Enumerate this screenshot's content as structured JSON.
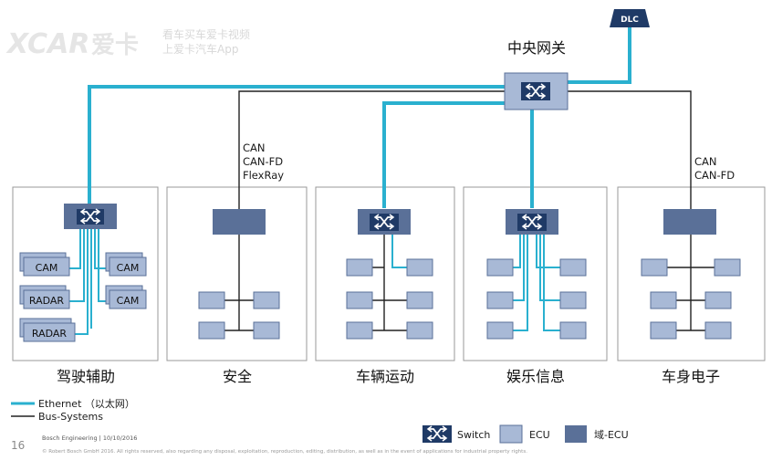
{
  "watermark": {
    "logo_text": "XCAR 爱卡",
    "line1": "看车买车爱卡视频",
    "line2": "上爱卡汽车App"
  },
  "gateway": {
    "label": "中央网关"
  },
  "dlc": {
    "label": "DLC"
  },
  "bus_labels": {
    "safety": [
      "CAN",
      "CAN-FD",
      "FlexRay"
    ],
    "body": [
      "CAN",
      "CAN-FD"
    ]
  },
  "domains": [
    {
      "name": "驾驶辅助"
    },
    {
      "name": "安全"
    },
    {
      "name": "车辆运动"
    },
    {
      "name": "娱乐信息"
    },
    {
      "name": "车身电子"
    }
  ],
  "adas_devices": {
    "left": [
      "CAM",
      "RADAR",
      "RADAR"
    ],
    "right": [
      "CAM",
      "CAM"
    ]
  },
  "legend": {
    "ethernet": "Ethernet （以太网）",
    "bus": "Bus-Systems",
    "switch": "Switch",
    "ecu": "ECU",
    "domain_ecu": "域-ECU"
  },
  "footer": {
    "page": "16",
    "company": "Bosch Engineering | 10/10/2016",
    "copyright": "© Robert Bosch GmbH 2016. All rights reserved, also regarding any disposal, exploitation, reproduction, editing, distribution, as well as in the event of applications for industrial property rights."
  },
  "colors": {
    "ethernet": "#2ab0cf",
    "bus": "#222222",
    "ecu": "#a8b9d6",
    "domain_ecu": "#5a7098",
    "switch": "#1f3a66"
  }
}
